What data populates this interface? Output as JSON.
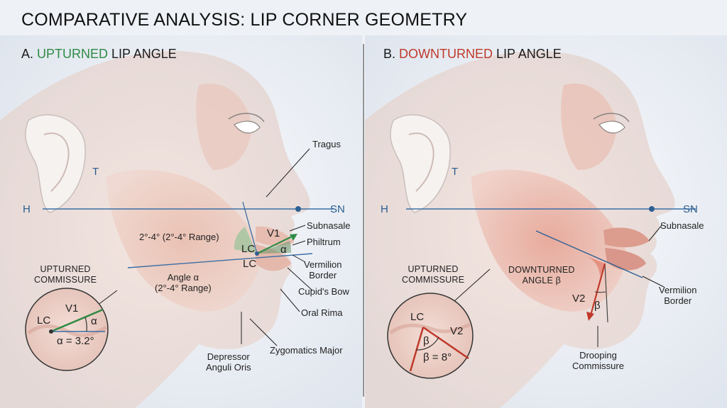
{
  "title": "COMPARATIVE ANALYSIS: LIP CORNER GEOMETRY",
  "colors": {
    "horizontal_line": "#3a6ea5",
    "upturn": "#2e8b45",
    "downturn": "#c0392b"
  },
  "panel_a": {
    "title_prefix": "A. ",
    "title_highlight": "UPTURNED",
    "title_suffix": " LIP ANGLE",
    "labels": {
      "t": "T",
      "h": "H",
      "sn": "SN",
      "tragus": "Tragus",
      "subnasale": "Subnasale",
      "philtrum": "Philtrum",
      "vermilion_border": "Vermilion\nBorder",
      "cupids_bow": "Cupid's Bow",
      "oral_rima": "Oral Rima",
      "zygomatics_major": "Zygomatics Major",
      "depressor": "Depressor\nAnguli Oris",
      "range": "2°-4° (2°-4° Range)",
      "angle_alpha": "Angle α\n(2°-4° Range)",
      "lc_top": "LC",
      "lc_bottom": "LC",
      "v1": "V1",
      "alpha": "α",
      "commissure": "UPTURNED\nCOMMISSURE"
    },
    "inset": {
      "lc": "LC",
      "v1": "V1",
      "alpha": "α",
      "value": "α = 3.2°"
    }
  },
  "panel_b": {
    "title_prefix": "B. ",
    "title_highlight": "DOWNTURNED",
    "title_suffix": " LIP ANGLE",
    "labels": {
      "t": "T",
      "h": "H",
      "sn": "SN",
      "subnasale": "Subnasale",
      "vermilion_border": "Vermilion\nBorder",
      "downturned_angle": "DOWNTURNED\nANGLE β",
      "commissure": "UPTURNED\nCOMMISSURE",
      "drooping": "Drooping\nCommissure",
      "v2": "V2",
      "beta": "β"
    },
    "inset": {
      "lc": "LC",
      "v2": "V2",
      "beta": "β",
      "value": "β = 8°"
    }
  }
}
